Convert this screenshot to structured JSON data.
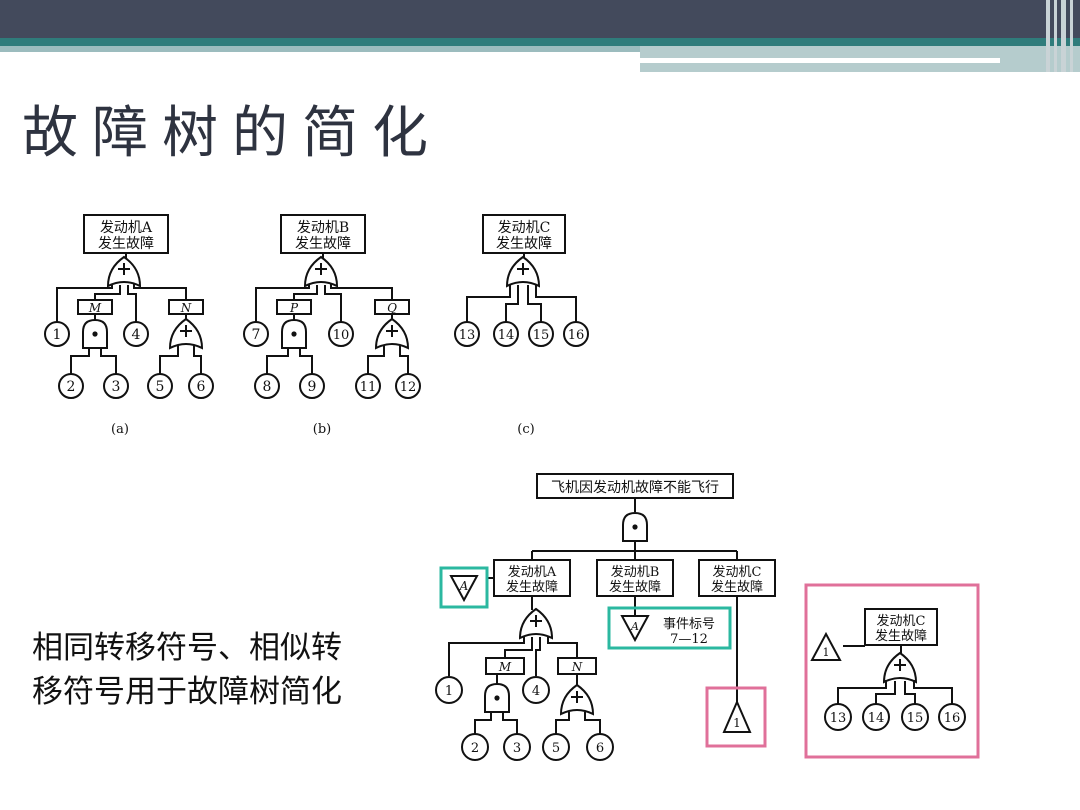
{
  "title": "故障树的简化",
  "caption": {
    "line1": "相同转移符号、相似转",
    "line2": "移符号用于故障树简化"
  },
  "trees": [
    {
      "top_line1": "发动机A",
      "top_line2": "发生故障",
      "left_leaf": "1",
      "mid_box": "M",
      "mid_right_leaf": "4",
      "right_box": "N",
      "m_children": [
        "2",
        "3"
      ],
      "n_children": [
        "5",
        "6"
      ],
      "label": "(a)"
    },
    {
      "top_line1": "发动机B",
      "top_line2": "发生故障",
      "left_leaf": "7",
      "mid_box": "P",
      "mid_right_leaf": "10",
      "right_box": "Q",
      "m_children": [
        "8",
        "9"
      ],
      "n_children": [
        "11",
        "12"
      ],
      "label": "(b)"
    }
  ],
  "tree_c": {
    "top_line1": "发动机C",
    "top_line2": "发生故障",
    "leaves": [
      "13",
      "14",
      "15",
      "16"
    ],
    "label": "(c)"
  },
  "combined": {
    "top": "飞机因发动机故障不能飞行",
    "a_line1": "发动机A",
    "a_line2": "发生故障",
    "b_line1": "发动机B",
    "b_line2": "发生故障",
    "c_line1": "发动机C",
    "c_line2": "发生故障",
    "transfer_a": "A",
    "event_label_line1": "事件标号",
    "event_label_line2": "7—12",
    "transfer_1": "1",
    "sub_left_leaf": "1",
    "sub_m": "M",
    "sub_mid_leaf": "4",
    "sub_n": "N",
    "sub_m_children": [
      "2",
      "3"
    ],
    "sub_n_children": [
      "5",
      "6"
    ]
  },
  "similar_c": {
    "line1": "发动机C",
    "line2": "发生故障",
    "transfer": "1",
    "leaves": [
      "13",
      "14",
      "15",
      "16"
    ]
  },
  "colors": {
    "header": "#434a5c",
    "teal_band": "#2f7c7b",
    "teal_highlight": "#2bb8a0",
    "pink_highlight": "#e0709a"
  }
}
